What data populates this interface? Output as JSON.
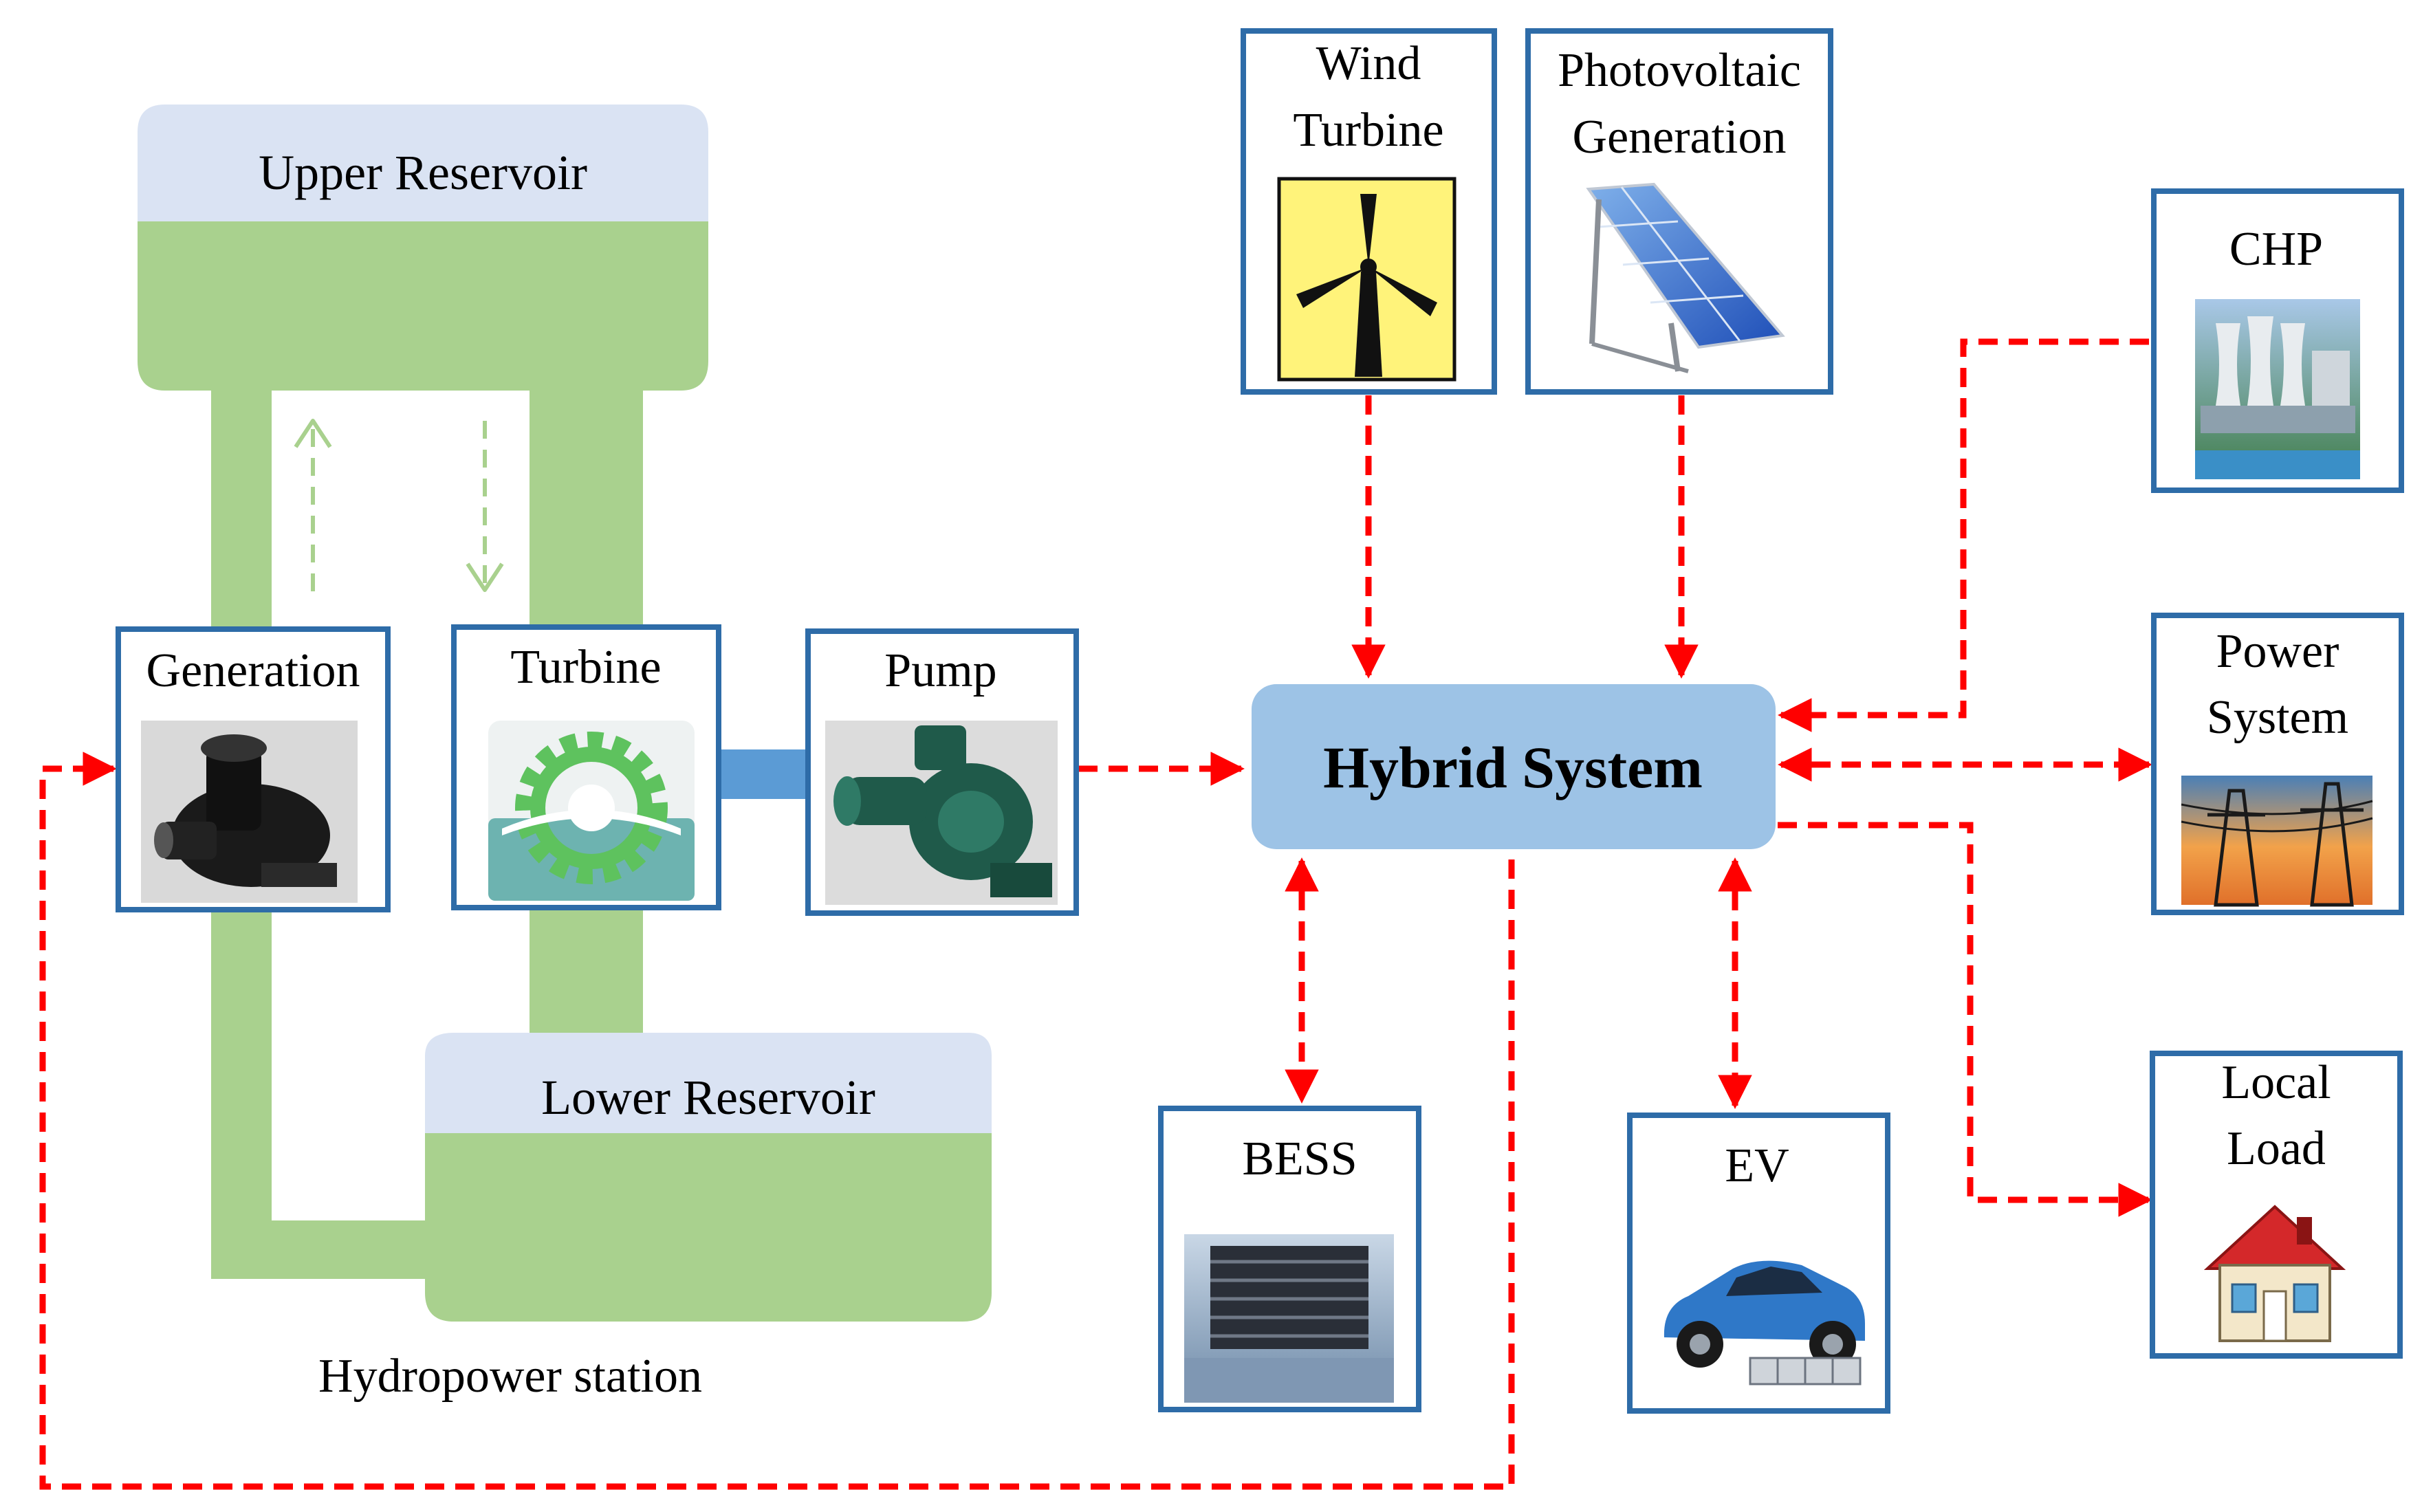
{
  "hydropower": {
    "upper_reservoir": "Upper Reservoir",
    "lower_reservoir": "Lower Reservoir",
    "station_label": "Hydropower station",
    "generation": "Generation",
    "turbine": "Turbine",
    "pump": "Pump"
  },
  "sources": {
    "wind": [
      "Wind",
      "Turbine"
    ],
    "pv": [
      "Photovoltaic",
      "Generation"
    ]
  },
  "hub": {
    "label": "Hybrid System"
  },
  "storage": {
    "bess": "BESS",
    "ev": "EV"
  },
  "grid": {
    "chp": "CHP",
    "power_system": [
      "Power",
      "System"
    ],
    "local_load": [
      "Local",
      "Load"
    ]
  },
  "colors": {
    "box_border": "#2e6ca8",
    "reservoir_water": "#a9d18e",
    "reservoir_header": "#dae3f3",
    "hub_fill": "#9dc3e6",
    "link_red": "#ff0000",
    "flow_green": "#a9d18e",
    "coupling_blue": "#5b9bd5"
  },
  "icons": [
    "pump-motor-icon",
    "gear-icon",
    "pump-icon",
    "wind-turbine-icon",
    "solar-panel-icon",
    "power-plant-icon",
    "transmission-tower-icon",
    "house-icon",
    "battery-rack-icon",
    "electric-car-icon"
  ]
}
